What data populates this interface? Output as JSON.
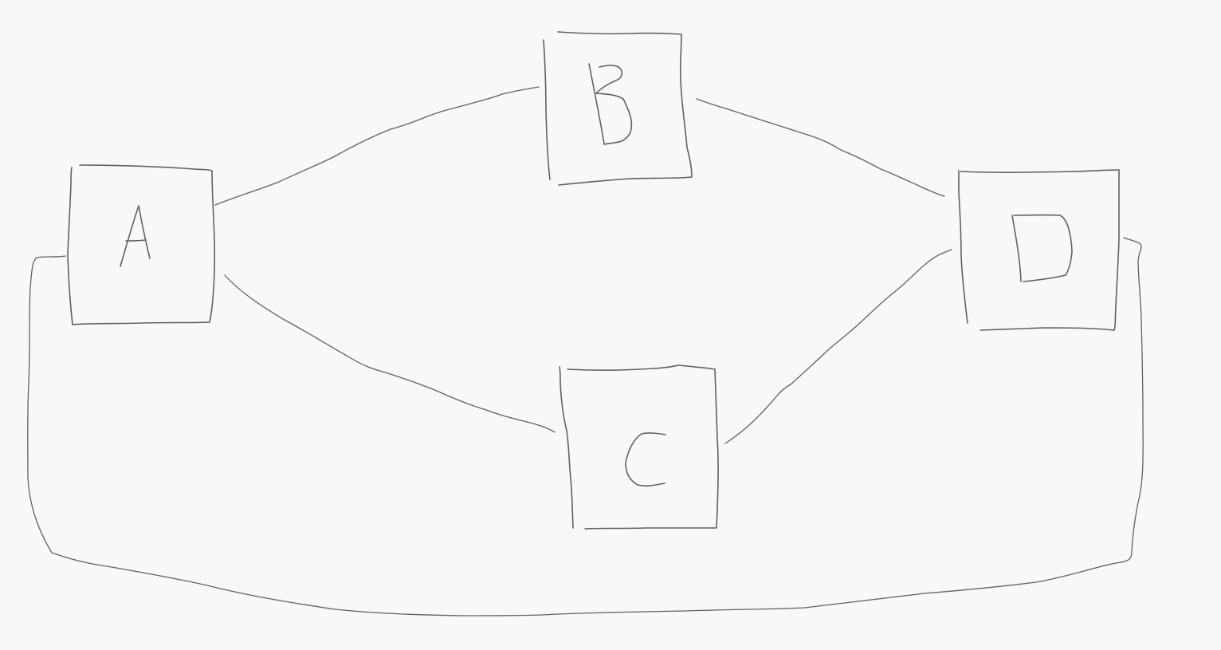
{
  "diagram": {
    "background_color": "#f7f8fa",
    "stroke_color": "#5f6166",
    "nodes": [
      {
        "id": "A",
        "label": "A"
      },
      {
        "id": "B",
        "label": "B"
      },
      {
        "id": "C",
        "label": "C"
      },
      {
        "id": "D",
        "label": "D"
      }
    ],
    "edges": [
      {
        "from": "A",
        "to": "B"
      },
      {
        "from": "A",
        "to": "C"
      },
      {
        "from": "B",
        "to": "D"
      },
      {
        "from": "C",
        "to": "D"
      },
      {
        "from": "A",
        "to": "D"
      }
    ]
  }
}
